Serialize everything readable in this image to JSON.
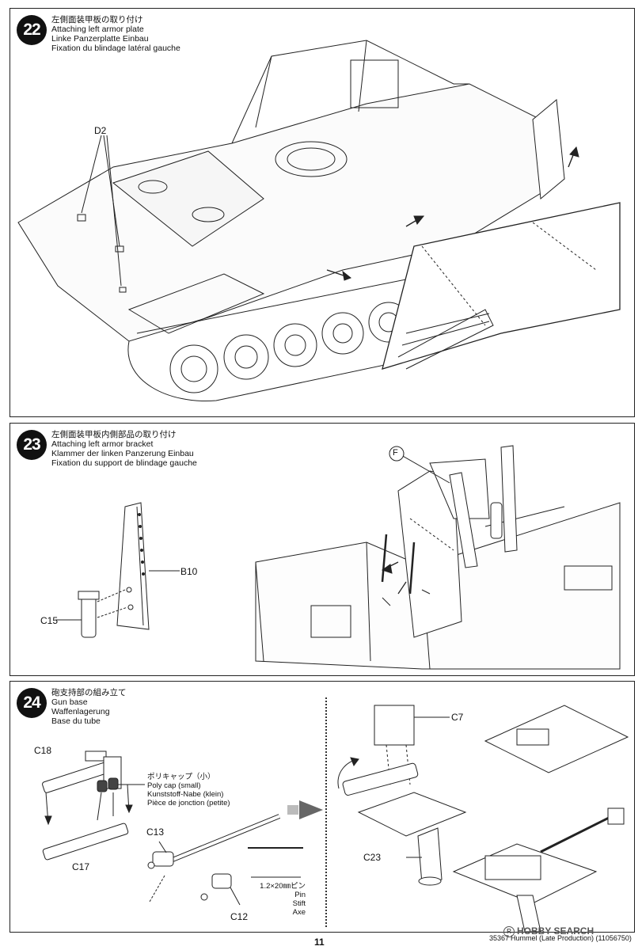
{
  "steps": [
    {
      "number": "22",
      "title_jp": "左側面装甲板の取り付け",
      "title_en": "Attaching left armor plate",
      "title_de": "Linke Panzerplatte Einbau",
      "title_fr": "Fixation du blindage latéral gauche",
      "parts": {
        "d2": "D2"
      }
    },
    {
      "number": "23",
      "title_jp": "左側面装甲板内側部品の取り付け",
      "title_en": "Attaching left armor bracket",
      "title_de": "Klammer der linken Panzerung Einbau",
      "title_fr": "Fixation du support de blindage gauche",
      "parts": {
        "b10": "B10",
        "c15": "C15",
        "f": "F"
      }
    },
    {
      "number": "24",
      "title_jp": "砲支持部の組み立て",
      "title_en": "Gun base",
      "title_de": "Waffenlagerung",
      "title_fr": "Base du tube",
      "parts": {
        "c18": "C18",
        "c17": "C17",
        "c13": "C13",
        "c12": "C12",
        "c7": "C7",
        "c23": "C23"
      },
      "polycap": {
        "jp": "ポリキャップ（小）",
        "en": "Poly cap (small)",
        "de": "Kunststoff-Nabe (klein)",
        "fr": "Pièce de jonction (petite)"
      },
      "pin": {
        "size": "1.2×20㎜ピン",
        "en": "Pin",
        "de": "Stift",
        "fr": "Axe"
      }
    }
  ],
  "footer": {
    "page_number": "11",
    "product_code": "35367",
    "product_name": "Hummel (Late Production) (11056750)",
    "watermark": "HOBBY SEARCH"
  }
}
